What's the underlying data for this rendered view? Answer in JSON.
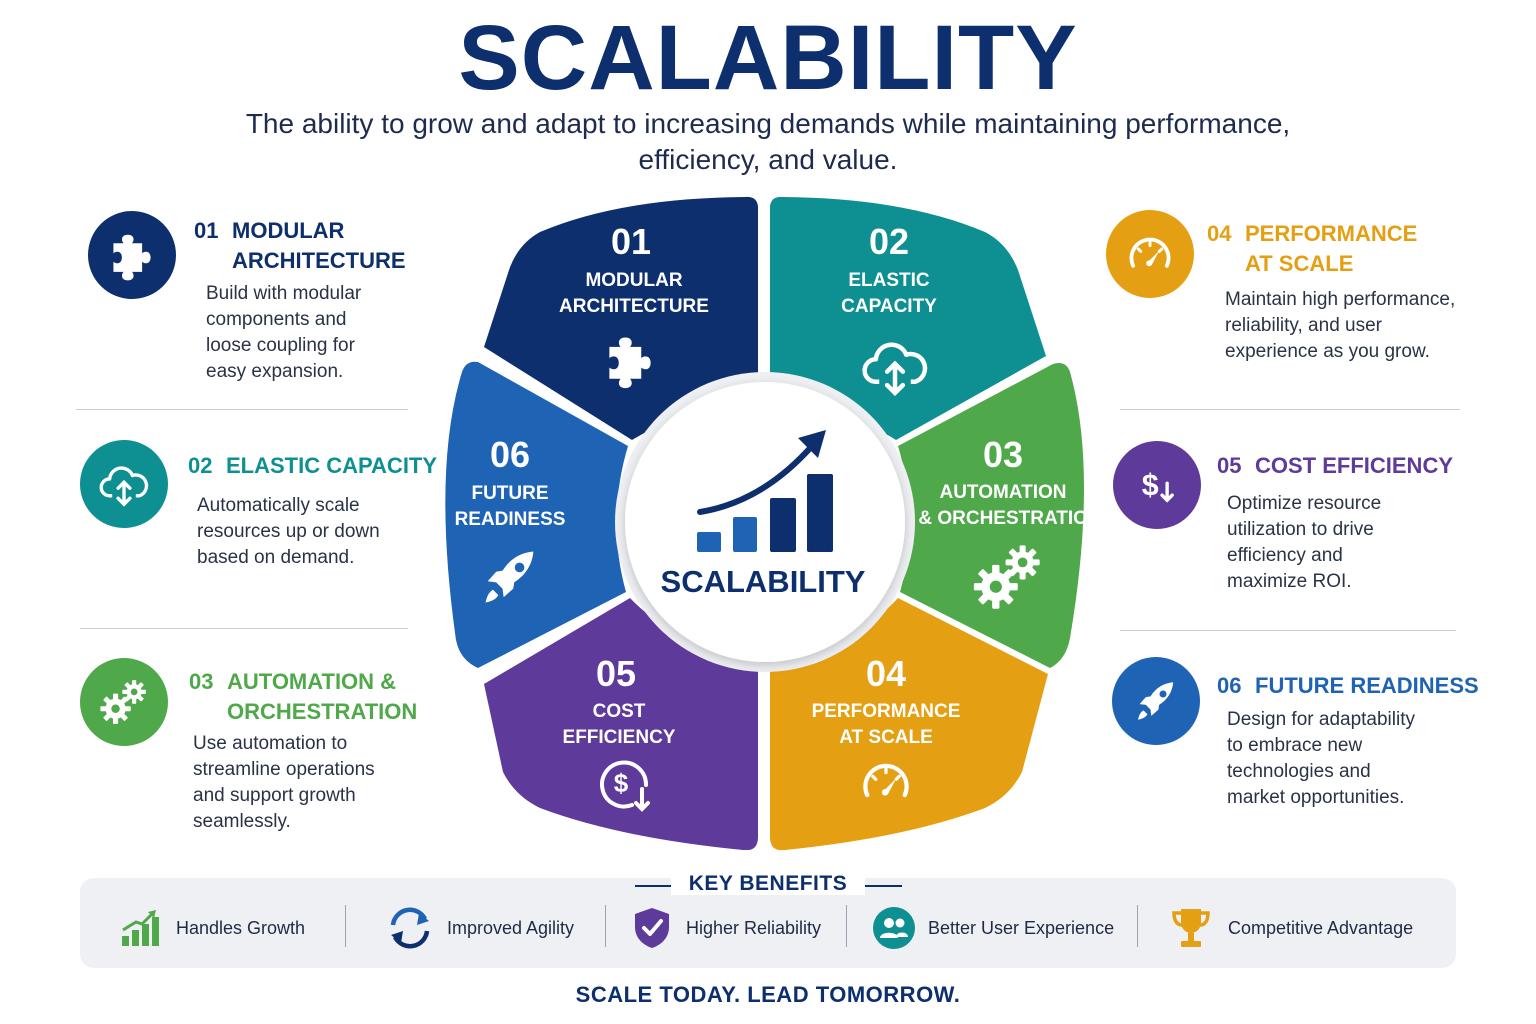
{
  "header": {
    "title": "SCALABILITY",
    "subtitle_line1": "The ability to grow and adapt to increasing demands while maintaining performance,",
    "subtitle_line2": "efficiency, and value."
  },
  "colors": {
    "navy": "#0d2f6e",
    "blue": "#1f63b5",
    "teal": "#0e8f92",
    "green": "#4fa84a",
    "orange": "#e59f12",
    "purple": "#5e3a9a"
  },
  "left_items": [
    {
      "num": "01",
      "name_line1": "MODULAR",
      "name_line2": "ARCHITECTURE",
      "icon": "puzzle-icon",
      "desc": [
        "Build with modular",
        "components and",
        "loose coupling for",
        "easy expansion."
      ]
    },
    {
      "num": "02",
      "name_line1": "ELASTIC CAPACITY",
      "name_line2": "",
      "icon": "cloud-arrows-icon",
      "desc": [
        "Automatically scale",
        "resources up or down",
        "based on demand."
      ]
    },
    {
      "num": "03",
      "name_line1": "AUTOMATION &",
      "name_line2": "ORCHESTRATION",
      "icon": "gears-icon",
      "desc": [
        "Use automation to",
        "streamline operations",
        "and support growth",
        "seamlessly."
      ]
    }
  ],
  "right_items": [
    {
      "num": "04",
      "name_line1": "PERFORMANCE",
      "name_line2": "AT SCALE",
      "icon": "speedometer-icon",
      "desc": [
        "Maintain high performance,",
        "reliability, and user",
        "experience as you grow."
      ]
    },
    {
      "num": "05",
      "name_line1": "COST EFFICIENCY",
      "name_line2": "",
      "icon": "dollar-down-icon",
      "desc": [
        "Optimize resource",
        "utilization to drive",
        "efficiency and",
        "maximize ROI."
      ]
    },
    {
      "num": "06",
      "name_line1": "FUTURE READINESS",
      "name_line2": "",
      "icon": "rocket-icon",
      "desc": [
        "Design for adaptability",
        "to embrace new",
        "technologies and",
        "market opportunities."
      ]
    }
  ],
  "wheel": {
    "center_label": "SCALABILITY",
    "segments": [
      {
        "num": "01",
        "line1": "MODULAR",
        "line2": "ARCHITECTURE",
        "icon": "puzzle-icon"
      },
      {
        "num": "02",
        "line1": "ELASTIC",
        "line2": "CAPACITY",
        "icon": "cloud-arrows-icon"
      },
      {
        "num": "03",
        "line1": "AUTOMATION",
        "line2": "& ORCHESTRATION",
        "icon": "gears-icon"
      },
      {
        "num": "04",
        "line1": "PERFORMANCE",
        "line2": "AT SCALE",
        "icon": "speedometer-icon"
      },
      {
        "num": "05",
        "line1": "COST",
        "line2": "EFFICIENCY",
        "icon": "dollar-down-icon"
      },
      {
        "num": "06",
        "line1": "FUTURE",
        "line2": "READINESS",
        "icon": "rocket-icon"
      }
    ]
  },
  "benefits": {
    "title": "KEY BENEFITS",
    "items": [
      {
        "label": "Handles Growth",
        "icon": "growth-bars-icon"
      },
      {
        "label": "Improved Agility",
        "icon": "refresh-arrows-icon"
      },
      {
        "label": "Higher Reliability",
        "icon": "shield-check-icon"
      },
      {
        "label": "Better User Experience",
        "icon": "users-icon"
      },
      {
        "label": "Competitive Advantage",
        "icon": "trophy-icon"
      }
    ]
  },
  "footer": {
    "tagline": "SCALE TODAY. LEAD TOMORROW."
  }
}
